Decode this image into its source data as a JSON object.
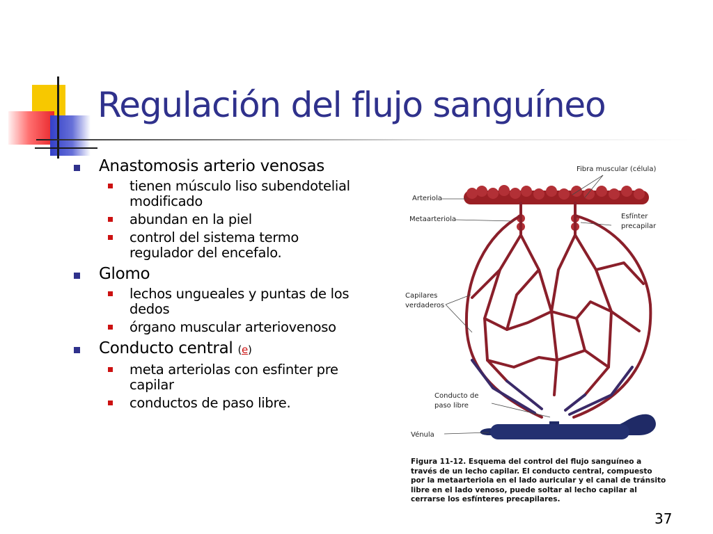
{
  "slide": {
    "title": "Regulación del flujo sanguíneo",
    "page_number": "37"
  },
  "bullets": [
    {
      "text": "Anastomosis arterio venosas",
      "children": [
        "tienen músculo liso subendotelial modificado",
        "abundan en la piel",
        "control del sistema termo regulador del encefalo."
      ]
    },
    {
      "text": "Glomo",
      "children": [
        "lechos ungueales y puntas de los dedos",
        "órgano muscular arteriovenoso"
      ]
    },
    {
      "text": "Conducto central",
      "link_open": "(",
      "link_text": "e",
      "link_close": ")",
      "children": [
        "meta arteriolas con esfinter pre capilar",
        "conductos de paso libre."
      ]
    }
  ],
  "figure": {
    "labels": {
      "fibra": "Fibra muscular (célula)",
      "arteriola": "Arteriola",
      "metaarteriola": "Metaarteriola",
      "esfinter_1": "Esfínter",
      "esfinter_2": "precapilar",
      "capilares_1": "Capilares",
      "capilares_2": "verdaderos",
      "conducto_1": "Conducto de",
      "conducto_2": "paso libre",
      "venula": "Vénula"
    },
    "caption_lead": "Figura 11-12. Esquema del control del flujo sanguíneo a través de un lecho capilar.",
    "caption_body": "El conducto central, compuesto por la metaarteriola en el lado auricular y el canal de tránsito libre en el lado venoso, puede soltar al lecho capilar al cerrarse los esfínteres precapilares.",
    "colors": {
      "arterial": "#9a1f24",
      "venous": "#1f2a66",
      "title": "#2f318c",
      "bullet_level1": "#2f318c",
      "bullet_level2": "#cc1111"
    }
  }
}
